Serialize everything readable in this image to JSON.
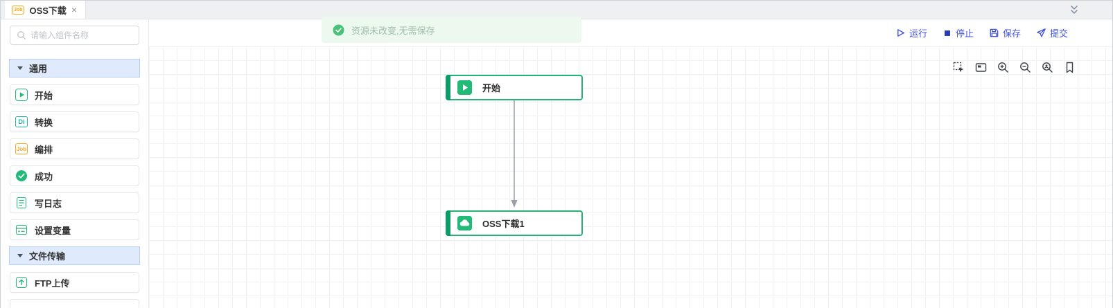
{
  "tab_bar": {
    "tab_label": "OSS下载",
    "close_glyph": "×"
  },
  "search": {
    "placeholder": "请输入组件名称"
  },
  "toast": {
    "message": "资源未改变,无需保存"
  },
  "header_actions": {
    "run": "运行",
    "stop": "停止",
    "save": "保存",
    "submit": "提交"
  },
  "icon_labels": {
    "di": "Di",
    "job": "Job"
  },
  "sidebar": {
    "sections": [
      {
        "label": "通用",
        "items": [
          {
            "label": "开始"
          },
          {
            "label": "转换"
          },
          {
            "label": "编排"
          },
          {
            "label": "成功"
          },
          {
            "label": "写日志"
          },
          {
            "label": "设置变量"
          }
        ]
      },
      {
        "label": "文件传输",
        "items": [
          {
            "label": "FTP上传"
          }
        ]
      }
    ]
  },
  "canvas": {
    "nodes": [
      {
        "label": "开始"
      },
      {
        "label": "OSS下载1"
      }
    ],
    "toolbar_icons": [
      "select-icon",
      "minimap-icon",
      "zoom-in-icon",
      "zoom-out-icon",
      "search-user-icon",
      "bookmark-icon"
    ]
  },
  "colors": {
    "accent_green": "#21ba77",
    "accent_dark_green": "#0c9c68",
    "node_border_green": "#26b175",
    "action_blue": "#3f51e3",
    "job_orange": "#f5a623",
    "di_teal": "#1fb3a0",
    "section_header_bg": "#dfeafc",
    "toast_bg": "#edf8ef",
    "grid_line": "#f0f1f4"
  }
}
